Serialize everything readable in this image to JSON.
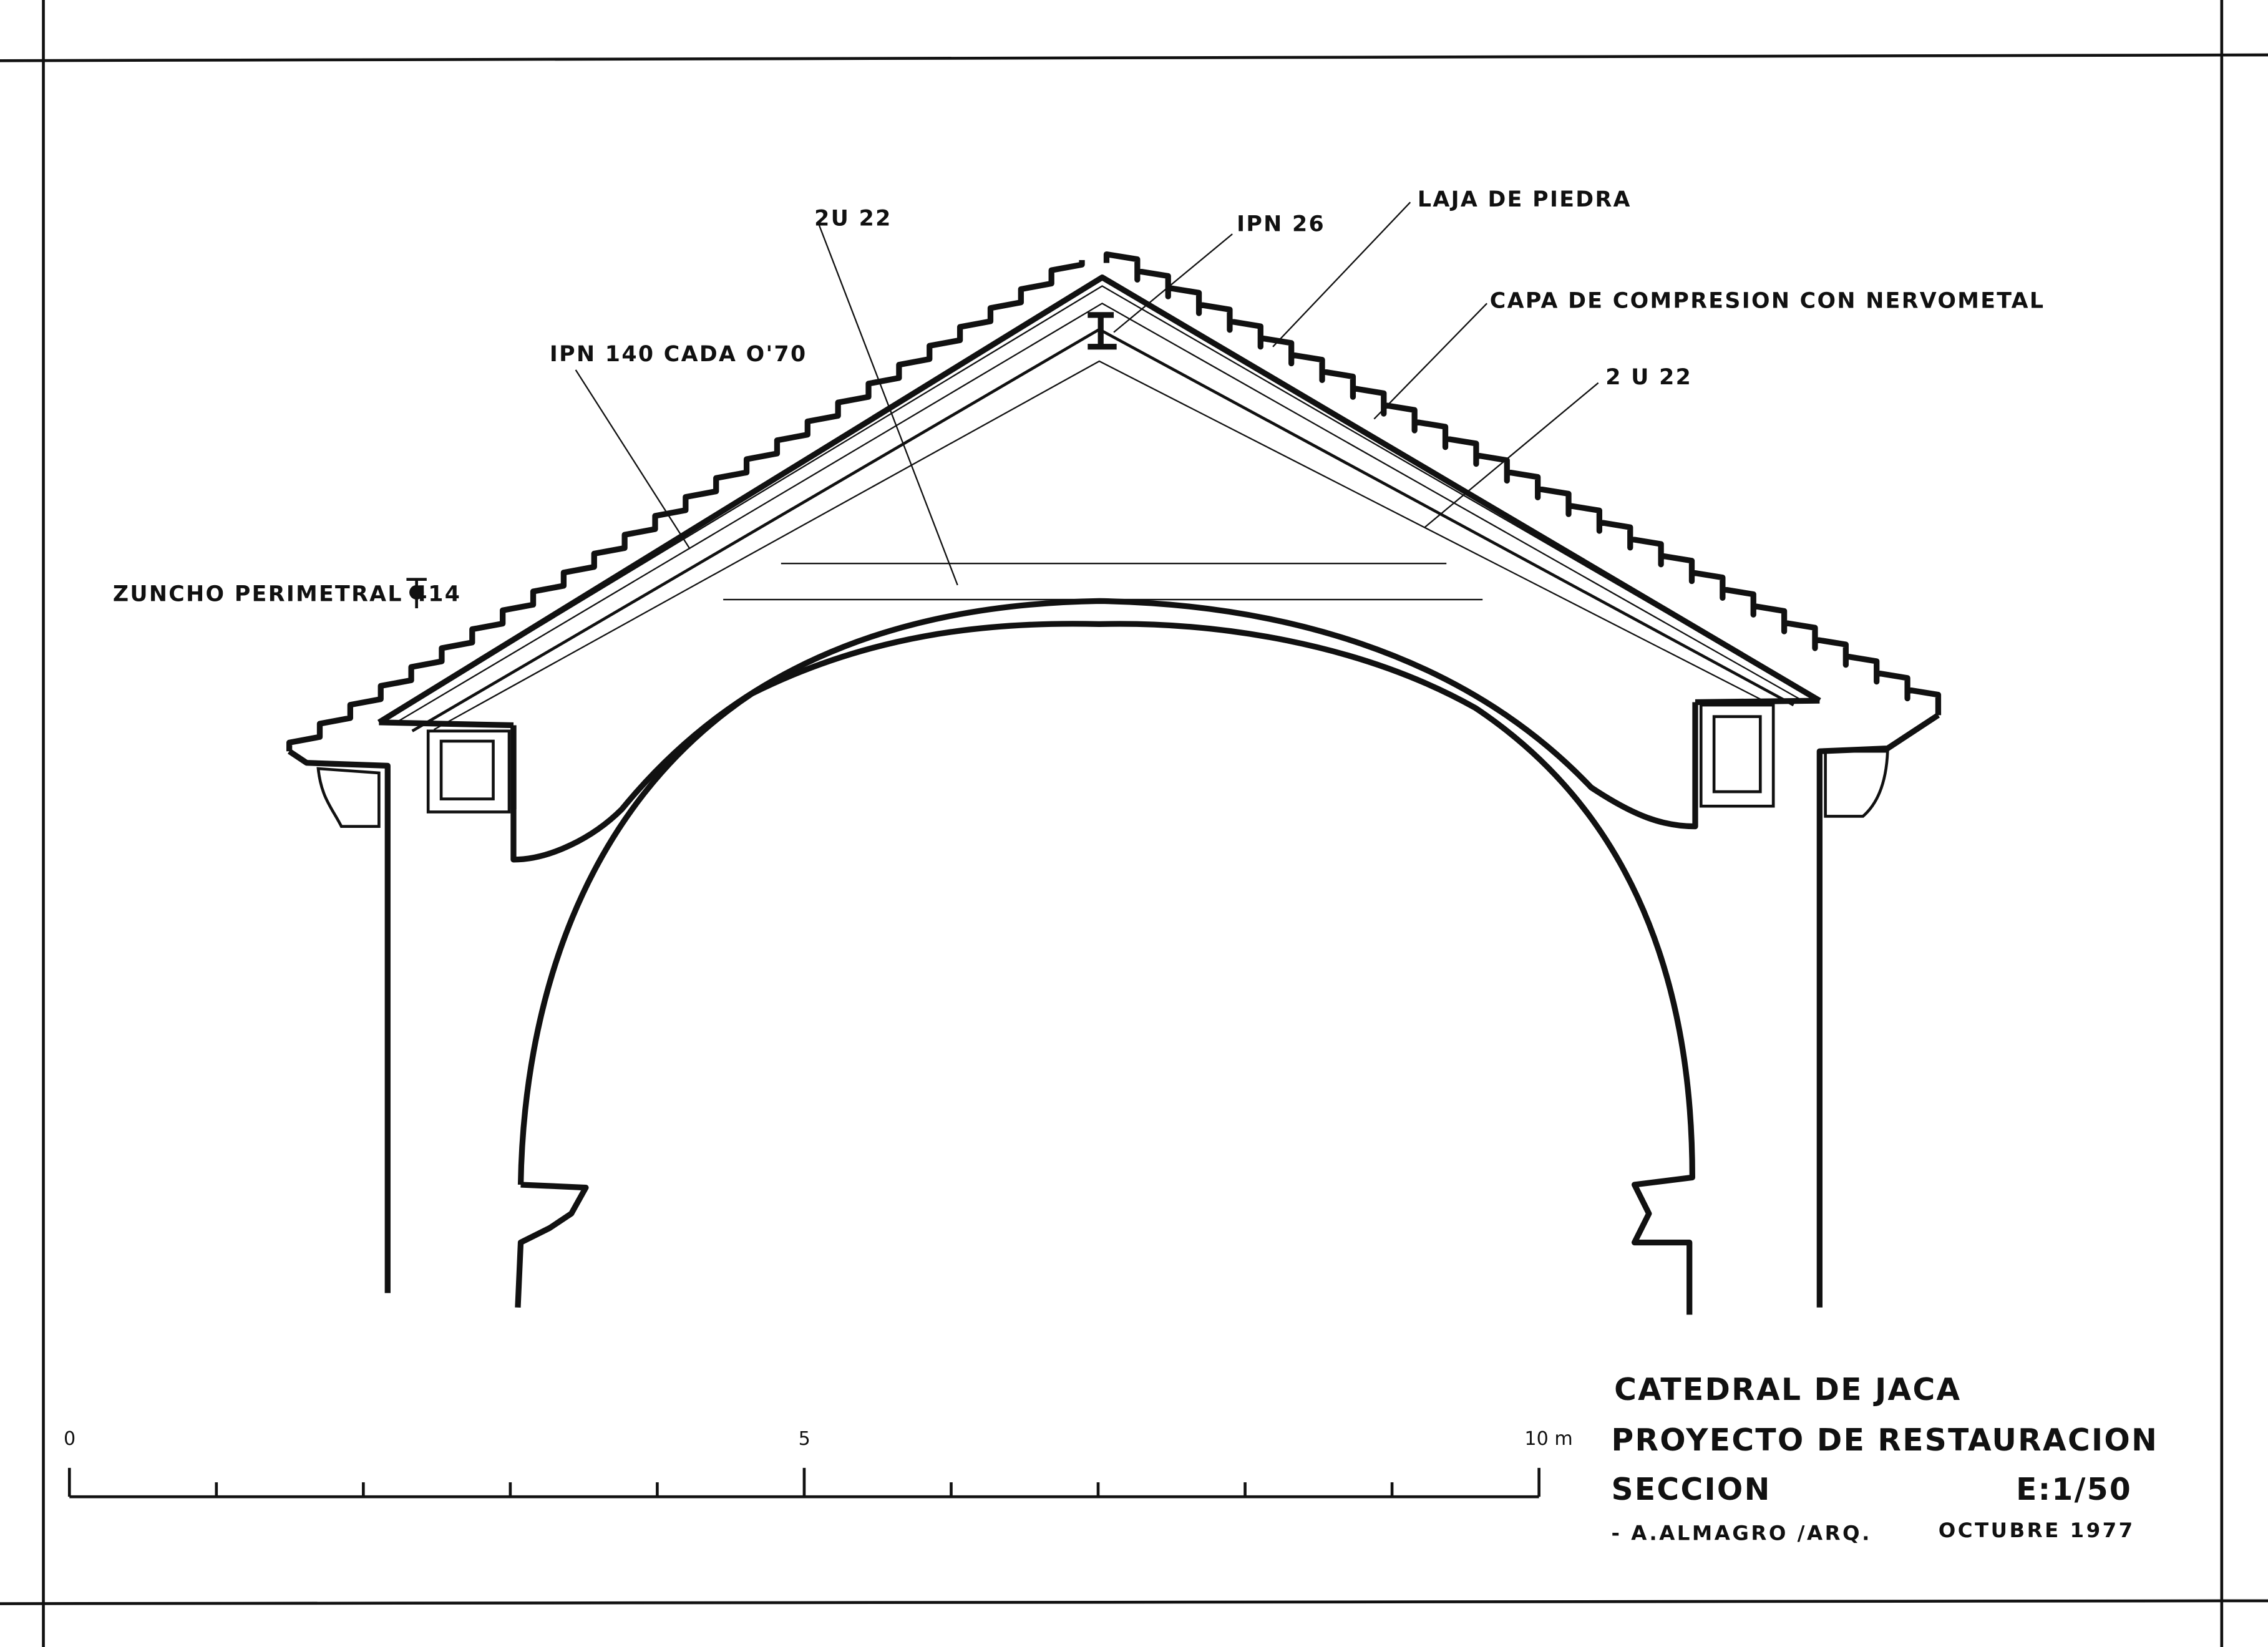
{
  "labels": {
    "u22_left": "2U 22",
    "ipn26": "IPN 26",
    "laja": "LAJA  DE  PIEDRA",
    "capa": "CAPA  DE  COMPRESION  CON  NERVOMETAL",
    "u22_right": "2 U  22",
    "ipn140": "IPN 140  CADA  O'70",
    "zuncho": "ZUNCHO  PERIMETRAL  4",
    "zuncho_dia": "14"
  },
  "scale_bar": {
    "ticks": [
      "0",
      "5",
      "10 m"
    ],
    "divisions": 10
  },
  "title_block": {
    "line1": "CATEDRAL  DE  JACA",
    "line2": "PROYECTO  DE  RESTAURACION",
    "line3": "SECCION",
    "scale": "E:1/50",
    "author": "- A.ALMAGRO /ARQ.",
    "date": "OCTUBRE  1977"
  }
}
